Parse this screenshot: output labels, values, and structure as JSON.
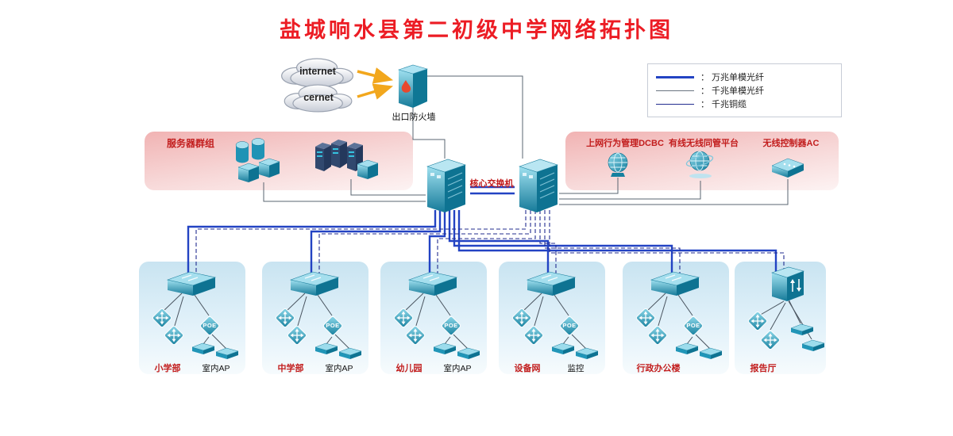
{
  "title": "盐城响水县第二初级中学网络拓扑图",
  "clouds": {
    "internet": "internet",
    "cernet": "cernet"
  },
  "firewall": {
    "label": "出口防火墙"
  },
  "core_switch": {
    "label": "核心交换机"
  },
  "legend": {
    "items": [
      {
        "style": "10g-single-mode-fiber",
        "label": "： 万兆单模光纤"
      },
      {
        "style": "1g-single-mode-fiber",
        "label": "： 千兆单模光纤"
      },
      {
        "style": "1g-copper",
        "label": "： 千兆铜缆"
      }
    ]
  },
  "server_group": {
    "label": "服务器群组"
  },
  "management": {
    "items": [
      {
        "label": "上网行为管理DCBC"
      },
      {
        "label": "有线无线同管平台"
      },
      {
        "label": "无线控制器AC"
      }
    ]
  },
  "groups": [
    {
      "label": "小学部",
      "sublabel": "室内AP"
    },
    {
      "label": "中学部",
      "sublabel": "室内AP"
    },
    {
      "label": "幼儿园",
      "sublabel": "室内AP"
    },
    {
      "label": "设备网",
      "sublabel": "监控"
    },
    {
      "label": "行政办公楼"
    },
    {
      "label": "报告厅"
    }
  ],
  "icon_text": {
    "poe": "POE"
  },
  "colors": {
    "title_red": "#ec1c24",
    "label_red": "#c21d1d",
    "device_teal": "#1e9abe",
    "line_10g_fiber": "#2343c3",
    "line_1g_fiber": "#5a6470",
    "line_1g_copper": "#232d8f",
    "panel_pink": "#f1b3b3",
    "panel_blue": "#c9e4f1",
    "arrow_orange": "#f2a71d"
  }
}
